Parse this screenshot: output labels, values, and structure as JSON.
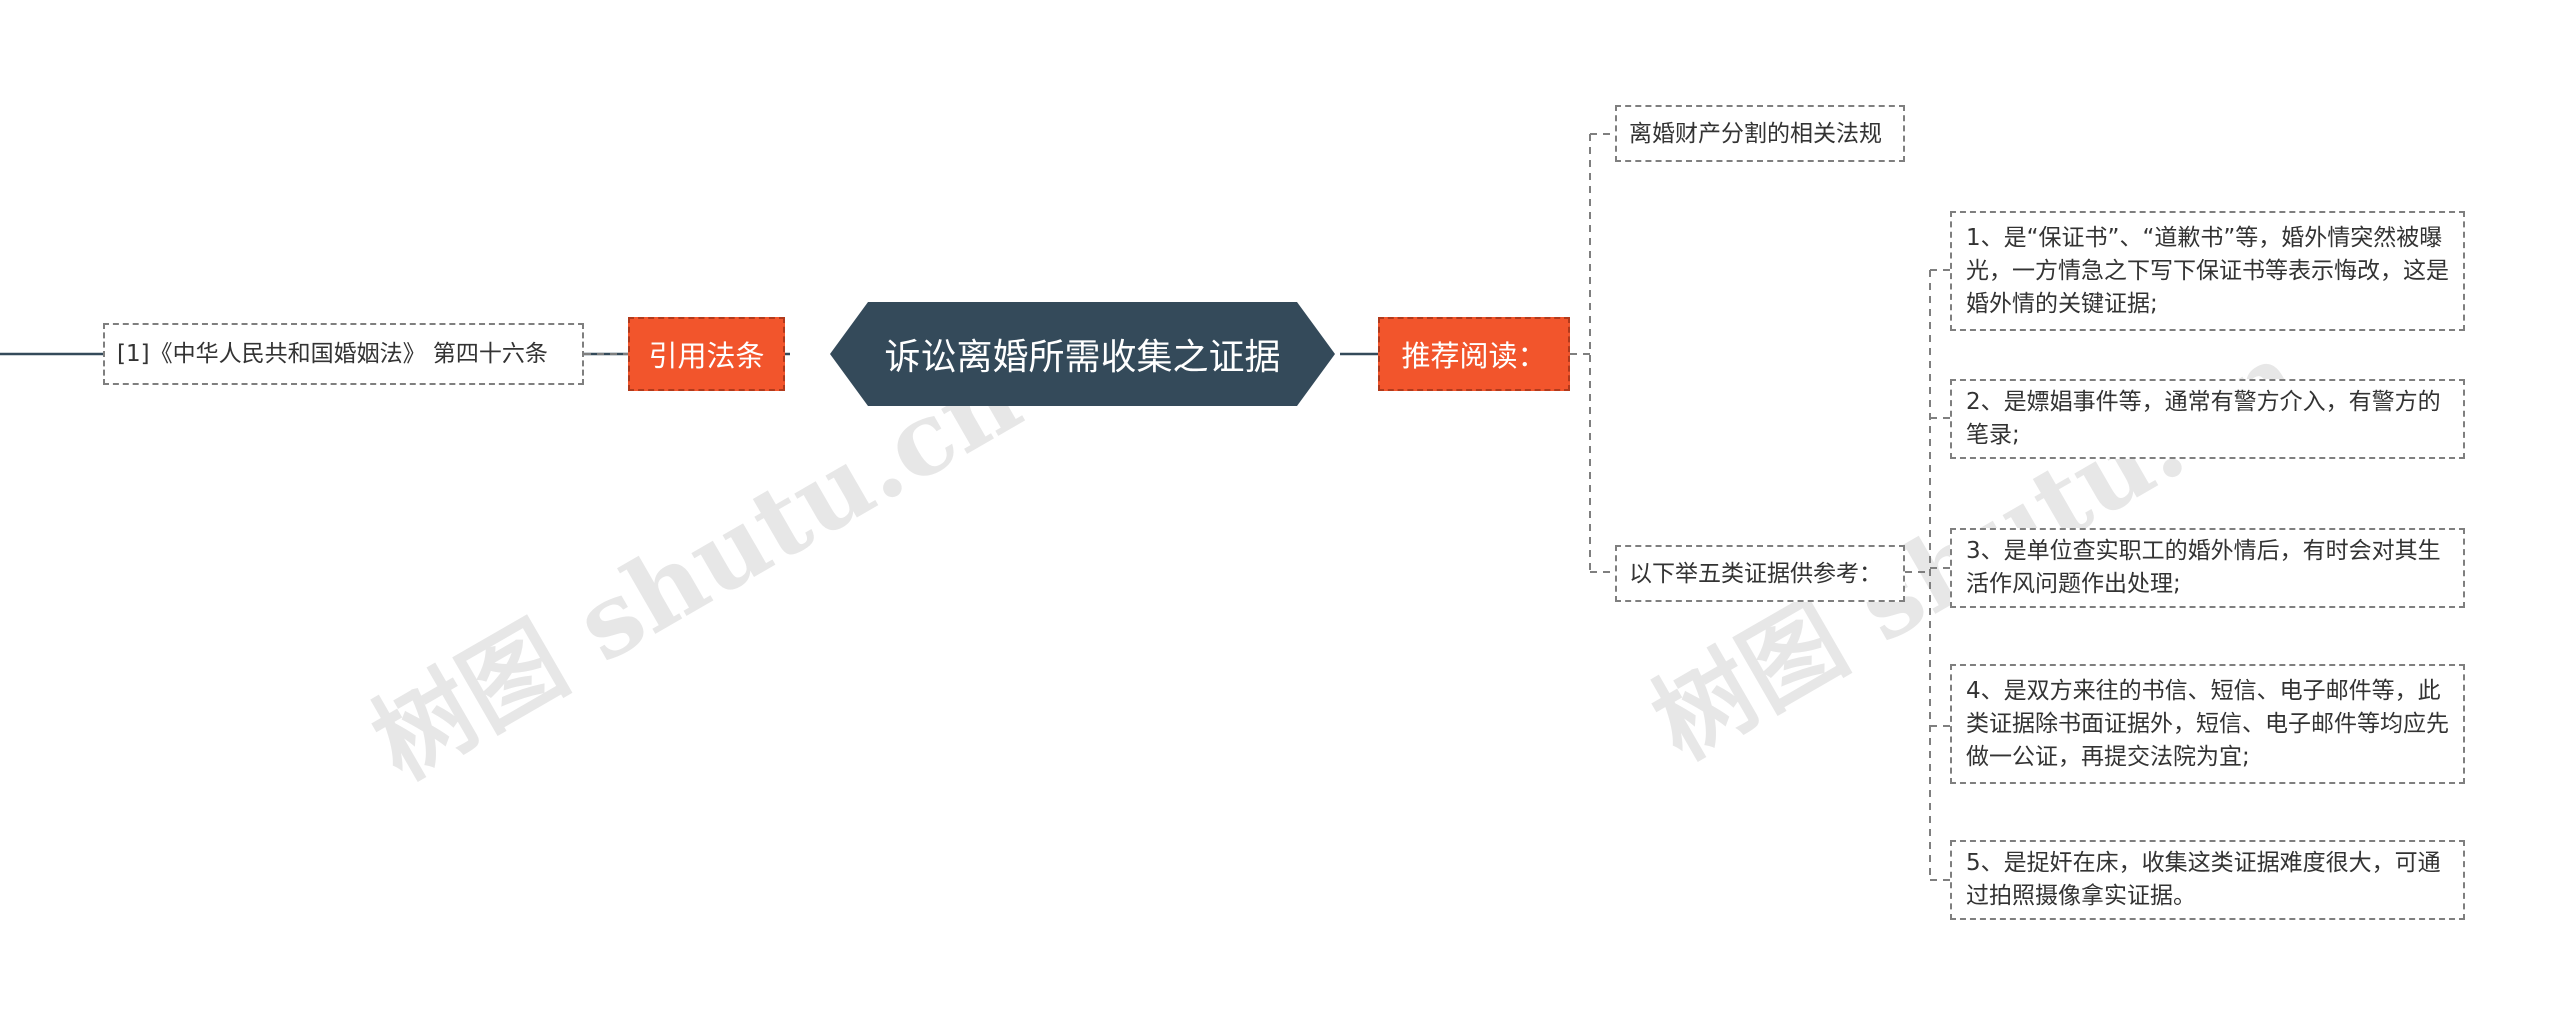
{
  "root": {
    "label": "诉讼离婚所需收集之证据"
  },
  "left": {
    "label": "引用法条",
    "child": "[1]《中华人民共和国婚姻法》 第四十六条"
  },
  "right": {
    "label": "推荐阅读：",
    "children": [
      {
        "label": "离婚财产分割的相关法规"
      },
      {
        "label": "以下举五类证据供参考：",
        "items": [
          "1、是“保证书”、“道歉书”等，婚外情突然被曝光，一方情急之下写下保证书等表示悔改，这是婚外情的关键证据;",
          "2、是嫖娼事件等，通常有警方介入，有警方的笔录;",
          "3、是单位查实职工的婚外情后，有时会对其生活作风问题作出处理;",
          "4、是双方来往的书信、短信、电子邮件等，此类证据除书面证据外，短信、电子邮件等均应先做一公证，再提交法院为宜;",
          "5、是捉奸在床，收集这类证据难度很大，可通过拍照摄像拿实证据。"
        ]
      }
    ]
  },
  "watermark": "树图 shutu.cn",
  "colors": {
    "root": "#344a5a",
    "branch": "#f2552c",
    "connector": "#7f7f7f"
  }
}
